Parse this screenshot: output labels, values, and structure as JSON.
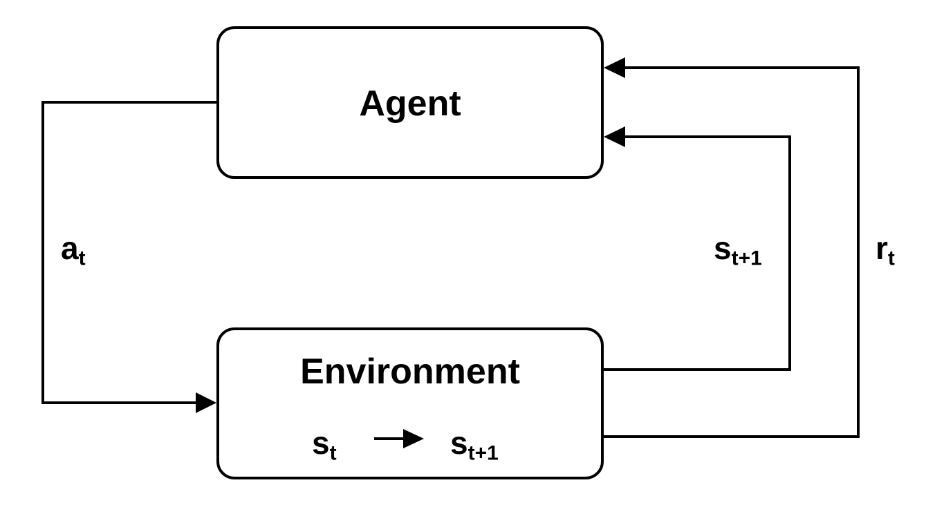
{
  "agent": {
    "label": "Agent"
  },
  "environment": {
    "label": "Environment",
    "transition": {
      "from": {
        "base": "s",
        "sub": "t"
      },
      "to": {
        "base": "s",
        "sub": "t+1"
      }
    }
  },
  "edges": {
    "action": {
      "base": "a",
      "sub": "t"
    },
    "next_state": {
      "base": "s",
      "sub": "t+1"
    },
    "reward": {
      "base": "r",
      "sub": "t"
    }
  }
}
